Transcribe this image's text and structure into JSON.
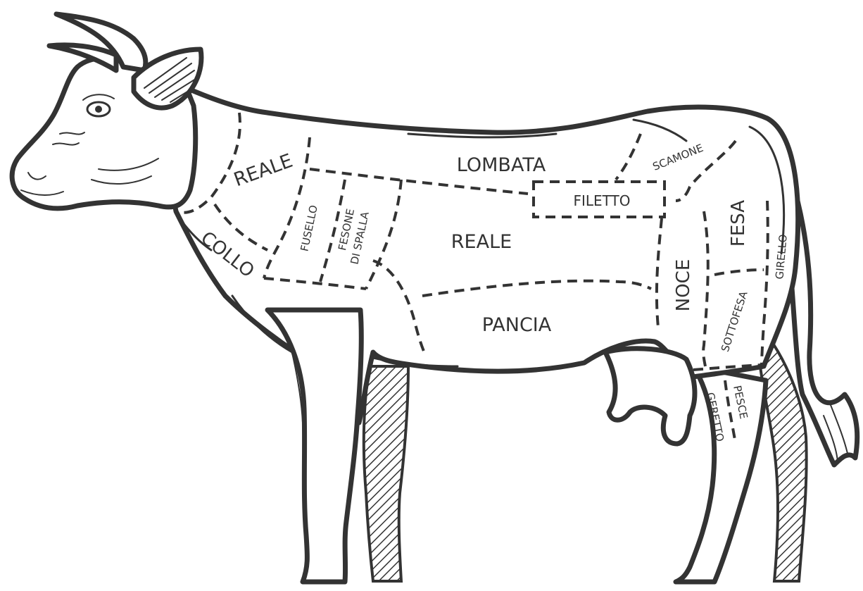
{
  "diagram": {
    "colors": {
      "ink": "#333333",
      "background": "#ffffff"
    },
    "cuts": {
      "reale_neck": "REALE",
      "collo": "COLLO",
      "fusello": "FUSELLO",
      "fesone_di_spalla_1": "FESONE",
      "fesone_di_spalla_2": "DI SPALLA",
      "lombata": "LOMBATA",
      "reale_center": "REALE",
      "filetto": "FILETTO",
      "scamone": "SCAMONE",
      "fesa": "FESA",
      "noce": "NOCE",
      "girello": "GIRELLO",
      "sottofesa": "SOTTOFESA",
      "pancia": "PANCIA",
      "geretto": "GERETTO",
      "pesce": "PESCE"
    }
  }
}
